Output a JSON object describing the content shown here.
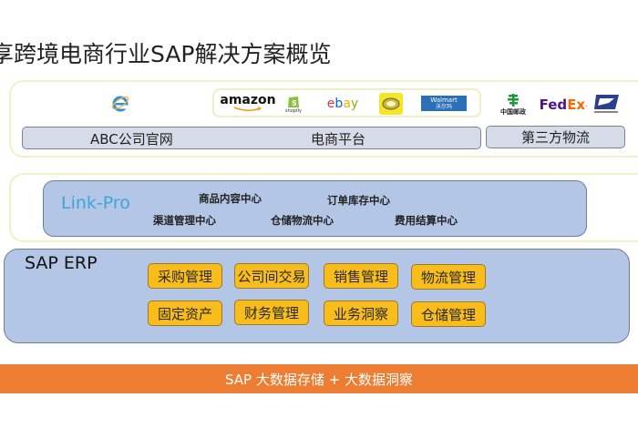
{
  "title": "享跨境电商行业SAP解决方案概览",
  "channels": {
    "web": {
      "label": "ABC公司官网",
      "icon": "internet-explorer-icon"
    },
    "ecommerce": {
      "label": "电商平台",
      "logos": [
        {
          "name": "amazon",
          "text": "amazon"
        },
        {
          "name": "shopify",
          "text": "shopify"
        },
        {
          "name": "ebay",
          "text": "ebay"
        },
        {
          "name": "lazada",
          "text": ""
        },
        {
          "name": "walmart",
          "text": "Walmart",
          "subtext": "沃尔玛"
        }
      ]
    },
    "logistics": {
      "label": "第三方物流",
      "logos": [
        {
          "name": "china-post",
          "text": "中国邮政"
        },
        {
          "name": "fedex",
          "text": "FedEx"
        },
        {
          "name": "usps",
          "text": ""
        }
      ]
    }
  },
  "middleware": {
    "title": "Link-Pro",
    "centers": [
      "商品内容中心",
      "订单库存中心",
      "渠道管理中心",
      "仓储物流中心",
      "费用结算中心"
    ]
  },
  "erp": {
    "title": "SAP ERP",
    "modules": [
      "采购管理",
      "公司间交易",
      "销售管理",
      "物流管理",
      "固定资产",
      "财务管理",
      "业务洞察",
      "仓储管理"
    ]
  },
  "footer": {
    "label": "SAP 大数据存储 + 大数据洞察"
  },
  "colors": {
    "panel_border": "#f3efc8",
    "gray_bar": "#d6dbe8",
    "blue_box": "#b4c6e6",
    "module_fill": "#f8bd1a",
    "orange_bar": "#ec7d33",
    "linkpro_text": "#3ea4d8"
  }
}
